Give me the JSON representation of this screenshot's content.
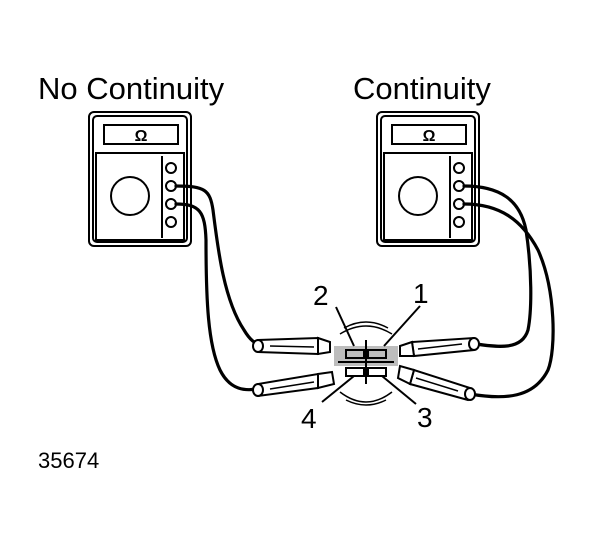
{
  "labels": {
    "left_meter": "No Continuity",
    "right_meter": "Continuity",
    "figure_number": "35674"
  },
  "meter": {
    "display_symbol": "Ω"
  },
  "terminals": {
    "t1": "1",
    "t2": "2",
    "t3": "3",
    "t4": "4"
  }
}
